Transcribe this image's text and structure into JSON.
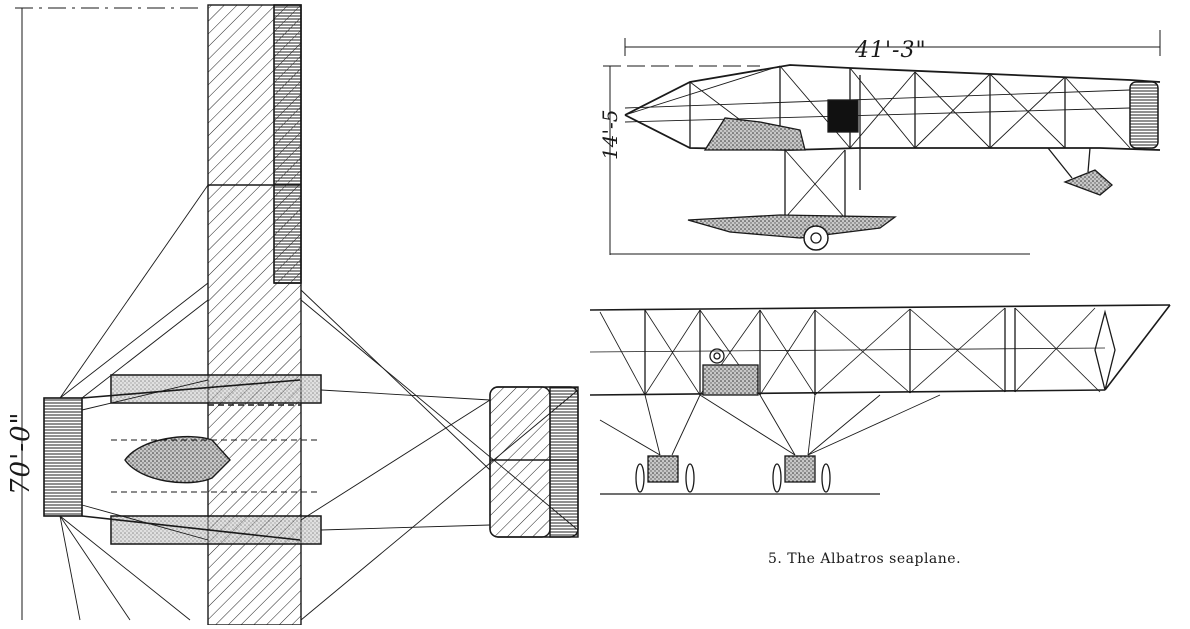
{
  "labels": {
    "span_dimension": "41'-3\"",
    "height_dimension": "14'-5",
    "wingspan_dimension": "70'-0\"",
    "caption": "5. The Albatros seaplane."
  },
  "colors": {
    "ink": "#1a1a1a",
    "paper": "#ffffff",
    "stipple": "#8a8a8a"
  }
}
